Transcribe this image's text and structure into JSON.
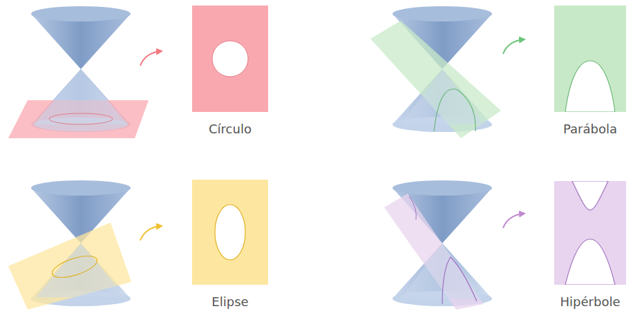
{
  "diagram": {
    "nodes": [
      {
        "text": [
          "Círculo"
        ]
      },
      {
        "text": [
          "Parábola"
        ]
      },
      {
        "text": [
          "Elipse"
        ]
      },
      {
        "text": [
          "Hipérbole"
        ]
      }
    ]
  }
}
